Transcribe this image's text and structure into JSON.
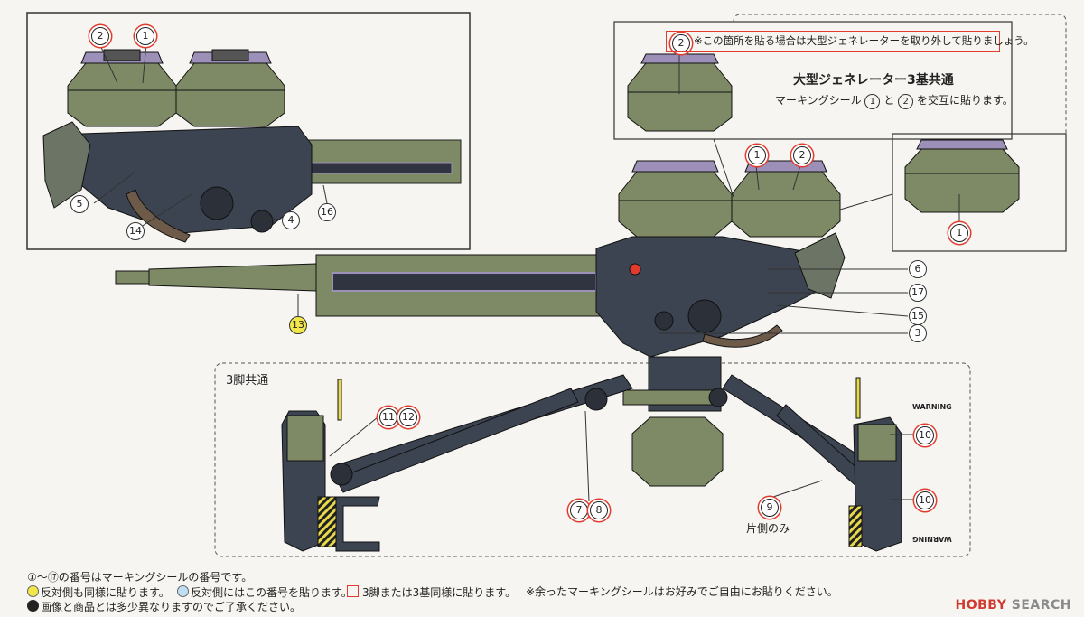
{
  "colors": {
    "barrel_green": "#7e8a66",
    "body_navy": "#3d4451",
    "purple_accent": "#9c8fb8",
    "red_marker": "#e23b2d",
    "yellow_highlight": "#f1e64a",
    "blue_highlight": "#bfe0f4"
  },
  "labels": {
    "generator_title": "大型ジェネレーター3基共通",
    "generator_note_prefix": "マーキングシール",
    "generator_note_and": "と",
    "generator_note_suffix": "を交互に貼ります。",
    "generator_caution": "※この箇所を貼る場合は大型ジェネレーターを取り外して貼りましょう。",
    "tripod_title": "3脚共通",
    "one_side_only": "片側のみ",
    "warning_text": "WARNING"
  },
  "numbers": {
    "n1": "1",
    "n2": "2",
    "n3": "3",
    "n4": "4",
    "n5": "5",
    "n6": "6",
    "n7": "7",
    "n8": "8",
    "n9": "9",
    "n10": "10",
    "n11": "11",
    "n12": "12",
    "n13": "13",
    "n14": "14",
    "n15": "15",
    "n16": "16",
    "n17": "17"
  },
  "legend": {
    "line1": "①〜⑰の番号はマーキングシールの番号です。",
    "yellow_note": "反対側も同様に貼ります。",
    "blue_note": "反対側にはこの番号を貼ります。",
    "red_note": "3脚または3基同様に貼ります。",
    "leftover_note": "※余ったマーキングシールはお好みでご自由にお貼りください。",
    "disclaimer": "画像と商品とは多少異なりますのでご了承ください。"
  },
  "watermark": {
    "brand": "HOBBY",
    "suffix": "SEARCH"
  }
}
